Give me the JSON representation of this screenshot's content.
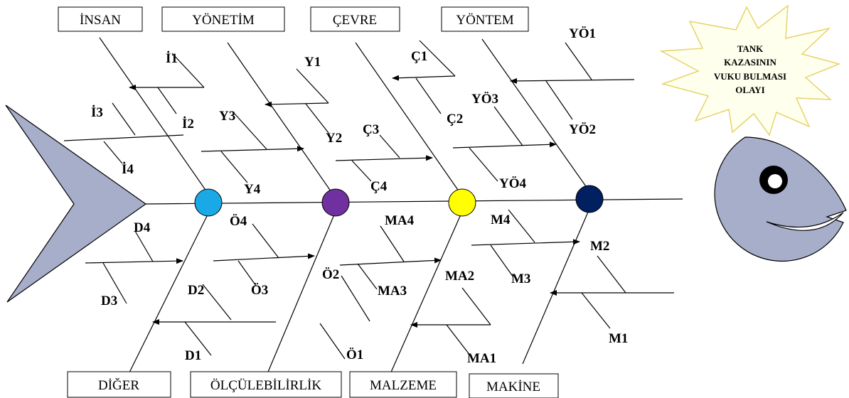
{
  "categories": {
    "top": [
      "İNSAN",
      "YÖNETİM",
      "ÇEVRE",
      "YÖNTEM"
    ],
    "bottom": [
      "DİĞER",
      "ÖLÇÜLEBİLİRLİK",
      "MALZEME",
      "MAKİNE"
    ]
  },
  "causes": {
    "insan": [
      "İ1",
      "İ2",
      "İ3",
      "İ4"
    ],
    "yonetim": [
      "Y1",
      "Y2",
      "Y3",
      "Y4"
    ],
    "cevre": [
      "Ç1",
      "Ç2",
      "Ç3",
      "Ç4"
    ],
    "yontem": [
      "YÖ1",
      "YÖ2",
      "YÖ3",
      "YÖ4"
    ],
    "diger": [
      "D1",
      "D2",
      "D3",
      "D4"
    ],
    "olculebilirlik": [
      "Ö1",
      "Ö2",
      "Ö3",
      "Ö4"
    ],
    "malzeme": [
      "MA1",
      "MA2",
      "MA3",
      "MA4"
    ],
    "makine": [
      "M1",
      "M2",
      "M3",
      "M4"
    ]
  },
  "effect": {
    "lines": [
      "TANK",
      "KAZASININ",
      "VUKU BULMASI",
      "OLAYI"
    ]
  },
  "colors": {
    "fish_body": "#a6aeca",
    "node_1": "#19a9e6",
    "node_2": "#7030a0",
    "node_3": "#ffff00",
    "node_4": "#002060",
    "star_fill": "#ffffee",
    "star_stroke": "#e6d36a"
  }
}
